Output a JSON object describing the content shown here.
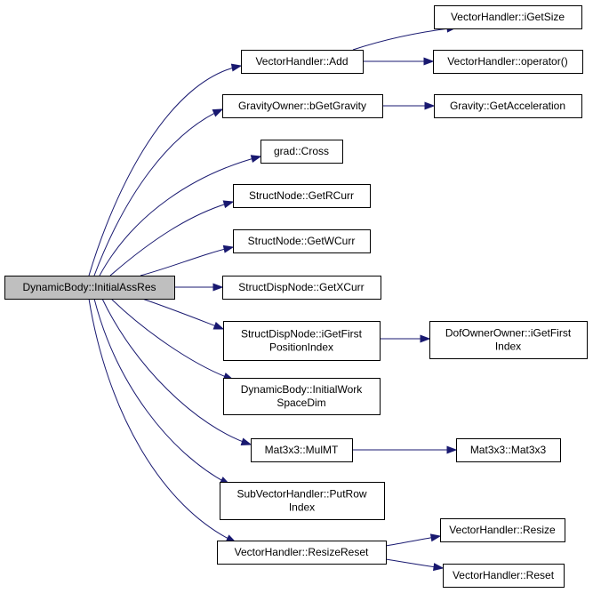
{
  "graph": {
    "root": "dynamic-body-initial-ass-res",
    "nodes": [
      {
        "id": "dynamic-body-initial-ass-res",
        "lines": [
          "DynamicBody::InitialAssRes"
        ],
        "root": true
      },
      {
        "id": "vector-handler-add",
        "lines": [
          "VectorHandler::Add"
        ]
      },
      {
        "id": "gravity-owner-bget-gravity",
        "lines": [
          "GravityOwner::bGetGravity"
        ]
      },
      {
        "id": "grad-cross",
        "lines": [
          "grad::Cross"
        ]
      },
      {
        "id": "struct-node-get-rcurr",
        "lines": [
          "StructNode::GetRCurr"
        ]
      },
      {
        "id": "struct-node-get-wcurr",
        "lines": [
          "StructNode::GetWCurr"
        ]
      },
      {
        "id": "struct-disp-node-get-xcurr",
        "lines": [
          "StructDispNode::GetXCurr"
        ]
      },
      {
        "id": "struct-disp-node-iget-first-position-index",
        "lines": [
          "StructDispNode::iGetFirst",
          "PositionIndex"
        ]
      },
      {
        "id": "dynamic-body-initial-work-space-dim",
        "lines": [
          "DynamicBody::InitialWork",
          "SpaceDim"
        ]
      },
      {
        "id": "mat3x3-mul-mt",
        "lines": [
          "Mat3x3::MulMT"
        ]
      },
      {
        "id": "sub-vector-handler-put-row-index",
        "lines": [
          "SubVectorHandler::PutRow",
          "Index"
        ]
      },
      {
        "id": "vector-handler-resize-reset",
        "lines": [
          "VectorHandler::ResizeReset"
        ]
      },
      {
        "id": "vector-handler-iget-size",
        "lines": [
          "VectorHandler::iGetSize"
        ]
      },
      {
        "id": "vector-handler-operator-call",
        "lines": [
          "VectorHandler::operator()"
        ]
      },
      {
        "id": "gravity-get-acceleration",
        "lines": [
          "Gravity::GetAcceleration"
        ]
      },
      {
        "id": "dof-owner-owner-iget-first-index",
        "lines": [
          "DofOwnerOwner::iGetFirst",
          "Index"
        ]
      },
      {
        "id": "mat3x3-mat3x3",
        "lines": [
          "Mat3x3::Mat3x3"
        ]
      },
      {
        "id": "vector-handler-resize",
        "lines": [
          "VectorHandler::Resize"
        ]
      },
      {
        "id": "vector-handler-reset",
        "lines": [
          "VectorHandler::Reset"
        ]
      }
    ],
    "edges": [
      {
        "from": "dynamic-body-initial-ass-res",
        "to": "vector-handler-add"
      },
      {
        "from": "dynamic-body-initial-ass-res",
        "to": "gravity-owner-bget-gravity"
      },
      {
        "from": "dynamic-body-initial-ass-res",
        "to": "grad-cross"
      },
      {
        "from": "dynamic-body-initial-ass-res",
        "to": "struct-node-get-rcurr"
      },
      {
        "from": "dynamic-body-initial-ass-res",
        "to": "struct-node-get-wcurr"
      },
      {
        "from": "dynamic-body-initial-ass-res",
        "to": "struct-disp-node-get-xcurr"
      },
      {
        "from": "dynamic-body-initial-ass-res",
        "to": "struct-disp-node-iget-first-position-index"
      },
      {
        "from": "dynamic-body-initial-ass-res",
        "to": "dynamic-body-initial-work-space-dim"
      },
      {
        "from": "dynamic-body-initial-ass-res",
        "to": "mat3x3-mul-mt"
      },
      {
        "from": "dynamic-body-initial-ass-res",
        "to": "sub-vector-handler-put-row-index"
      },
      {
        "from": "dynamic-body-initial-ass-res",
        "to": "vector-handler-resize-reset"
      },
      {
        "from": "vector-handler-add",
        "to": "vector-handler-iget-size"
      },
      {
        "from": "vector-handler-add",
        "to": "vector-handler-operator-call"
      },
      {
        "from": "gravity-owner-bget-gravity",
        "to": "gravity-get-acceleration"
      },
      {
        "from": "struct-disp-node-iget-first-position-index",
        "to": "dof-owner-owner-iget-first-index"
      },
      {
        "from": "mat3x3-mul-mt",
        "to": "mat3x3-mat3x3"
      },
      {
        "from": "vector-handler-resize-reset",
        "to": "vector-handler-resize"
      },
      {
        "from": "vector-handler-resize-reset",
        "to": "vector-handler-reset"
      }
    ]
  },
  "colors": {
    "edge": "#191970",
    "node_fill": "#ffffff",
    "root_fill": "#bfbfbf",
    "border": "#000000",
    "text": "#000000"
  }
}
